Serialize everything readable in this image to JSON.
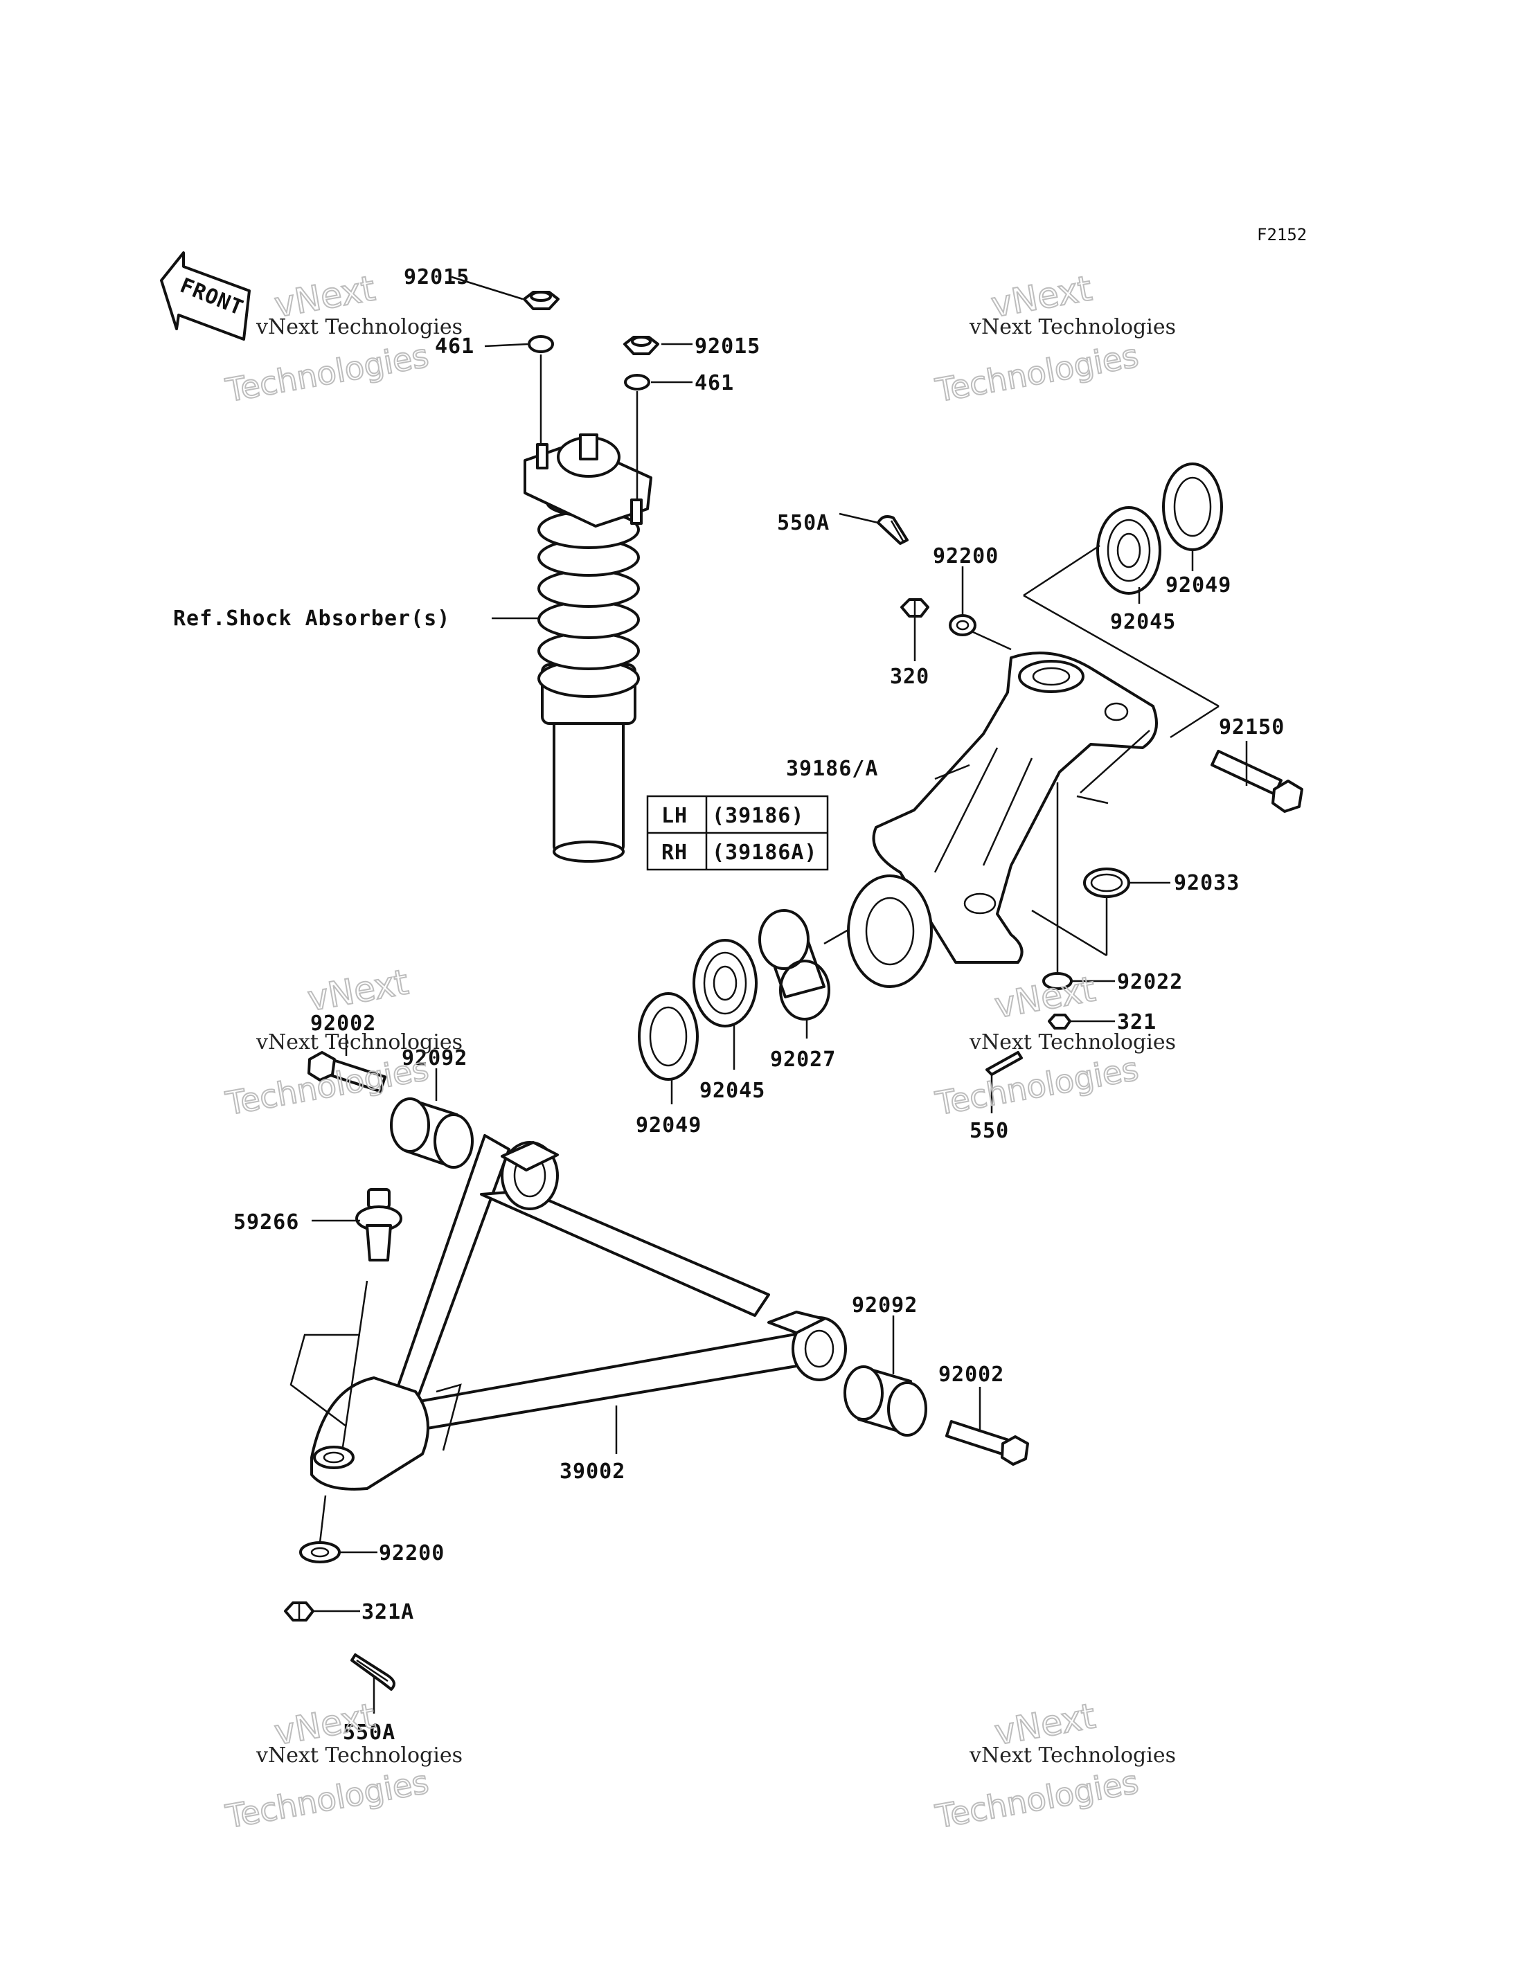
{
  "figure_code": "F2152",
  "front_arrow_label": "FRONT",
  "watermark": {
    "line1": "vNext Technologies",
    "line2": "vNext",
    "line3": "Technologies"
  },
  "reference_note": "Ref.Shock Absorber(s)",
  "side_table": [
    {
      "side": "LH",
      "part": "(39186)"
    },
    {
      "side": "RH",
      "part": "(39186A)"
    }
  ],
  "parts": {
    "p92015_a": "92015",
    "p461_a": "461",
    "p92015_b": "92015",
    "p461_b": "461",
    "p550A_a": "550A",
    "p92200_a": "92200",
    "p320": "320",
    "p92045_a": "92045",
    "p92049_a": "92049",
    "p92150": "92150",
    "p39186A": "39186/A",
    "p92033": "92033",
    "p92022": "92022",
    "p321": "321",
    "p550": "550",
    "p92027": "92027",
    "p92045_b": "92045",
    "p92049_b": "92049",
    "p92002_a": "92002",
    "p92092_a": "92092",
    "p59266": "59266",
    "p92092_b": "92092",
    "p92002_b": "92002",
    "p39002": "39002",
    "p92200_b": "92200",
    "p321A": "321A",
    "p550A_b": "550A"
  }
}
